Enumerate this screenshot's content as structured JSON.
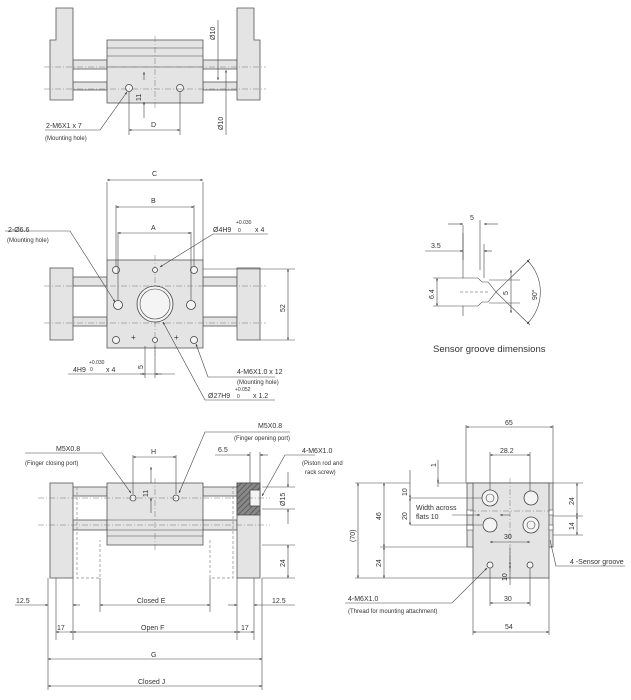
{
  "top_view": {
    "d10_upper": "Ø10",
    "d10_lower": "Ø10",
    "dim_11": "11",
    "dim_D": "D",
    "hole_label": "2-M6X1 x 7",
    "hole_note": "(Mounting hole)"
  },
  "plan_view": {
    "dim_C": "C",
    "dim_B": "B",
    "dim_A": "A",
    "hole66": "2-Ø6.6",
    "hole66_note": "(Mounting hole)",
    "pin_top": "Ø4H9",
    "pin_top_tol_up": "+0.030",
    "pin_top_tol_low": "0",
    "pin_top_qty": "x 4",
    "dim_52": "52",
    "pin_bot": "4H9",
    "pin_bot_tol_up": "+0.030",
    "pin_bot_tol_low": "0",
    "pin_bot_qty": "x 4",
    "dim_5": "5",
    "m6_label": "4-M6X1.0 x 12",
    "m6_note": "(Mounting hole)",
    "bore": "Ø27H9",
    "bore_tol_up": "+0.052",
    "bore_tol_low": "0",
    "bore_depth": "x 1.2"
  },
  "sensor_groove": {
    "dim_5_top": "5",
    "dim_35": "3.5",
    "dim_64": "6.4",
    "dim_5_mid": "5",
    "angle": "90°",
    "caption": "Sensor groove dimensions"
  },
  "front_view": {
    "port_close": "M5X0.8",
    "port_close_note": "(Finger closing port)",
    "port_open": "M5X0.8",
    "port_open_note": "(Finger opening port)",
    "dim_H": "H",
    "dim_11": "11",
    "dim_65": "6.5",
    "screw": "4-M6X1.0",
    "screw_note1": "(Piston rod and",
    "screw_note2": "rack screw)",
    "dim_15": "Ø15",
    "dim_24": "24",
    "dim_125_left": "12.5",
    "dim_125_right": "12.5",
    "closed_E": "Closed E",
    "dim_17_left": "17",
    "dim_17_right": "17",
    "open_F": "Open F",
    "dim_G": "G",
    "closed_J": "Closed J"
  },
  "side_view": {
    "dim_65w": "65",
    "dim_282": "28.2",
    "dim_1": "1",
    "dim_10": "10",
    "dim_20": "20",
    "flats": "Width across",
    "flats2": "flats 10",
    "dim_46": "46",
    "dim_70": "(70)",
    "dim_24l": "24",
    "dim_30u": "30",
    "dim_24r": "24",
    "dim_14": "14",
    "sensor": "4 -Sensor groove",
    "dim_10b": "10",
    "dim_30b": "30",
    "dim_54": "54",
    "thread": "4-M6X1.0",
    "thread_note": "(Thread for mounting attachment)"
  }
}
